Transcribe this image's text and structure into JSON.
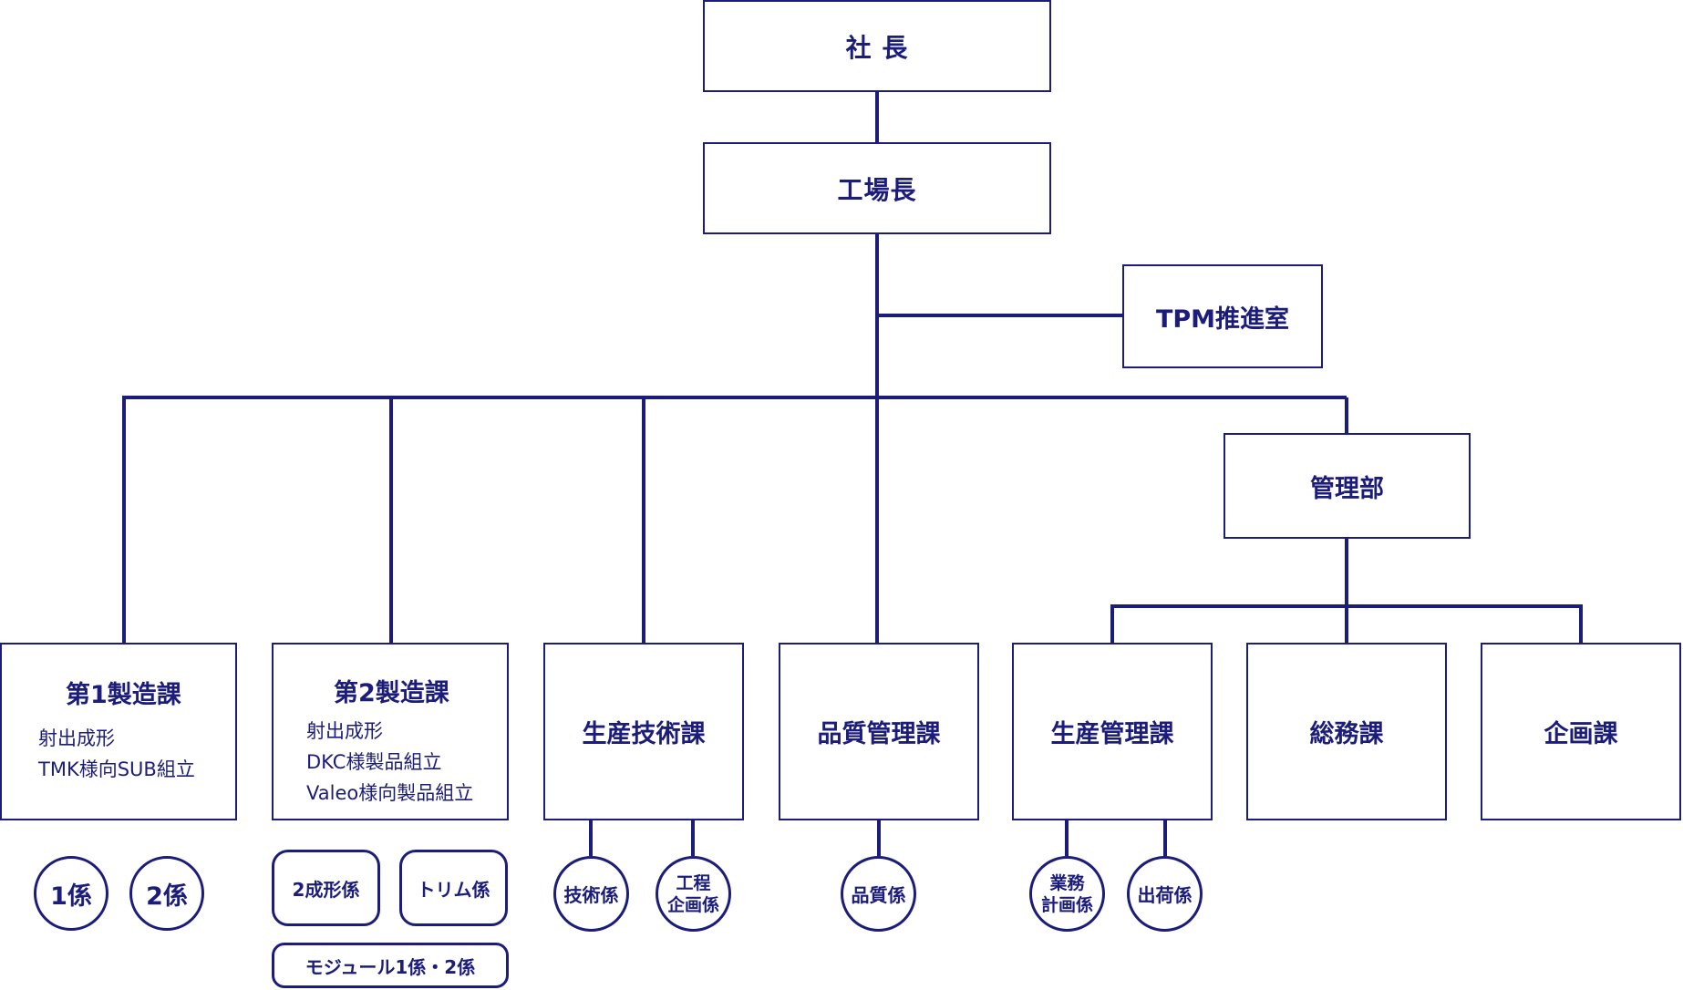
{
  "nodes": {
    "president": "社 長",
    "plant_manager": "工場長",
    "tpm_office": "TPM推進室",
    "admin_dept": "管理部",
    "mfg1": {
      "title": "第1製造課",
      "items": [
        "射出成形",
        "TMK様向SUB組立"
      ]
    },
    "mfg2": {
      "title": "第2製造課",
      "items": [
        "射出成形",
        "DKC様製品組立",
        "Valeo様向製品組立"
      ]
    },
    "production_engineering": "生産技術課",
    "quality_control": "品質管理課",
    "production_control": "生産管理課",
    "general_affairs": "総務課",
    "planning": "企画課"
  },
  "teams": {
    "mfg1_team1": "1係",
    "mfg1_team2": "2係",
    "mfg2_molding": "2成形係",
    "mfg2_trim": "トリム係",
    "mfg2_module": "モジュール1係・2係",
    "tech": "技術係",
    "process_planning": [
      "工程",
      "企画係"
    ],
    "quality": "品質係",
    "business_planning": [
      "業務",
      "計画係"
    ],
    "shipping": "出荷係"
  },
  "colors": {
    "line": "#1c1c7a",
    "background": "#ffffff"
  }
}
